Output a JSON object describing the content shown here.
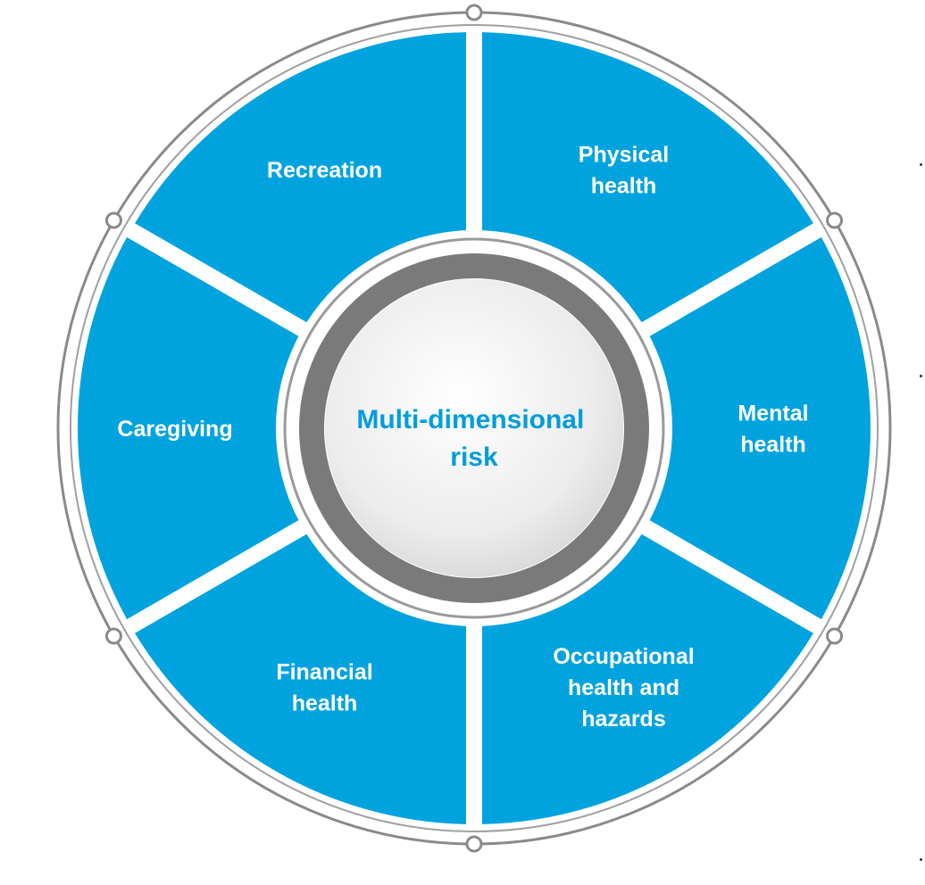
{
  "center": {
    "lines": [
      "Multi-dimensional",
      "risk"
    ]
  },
  "segments": [
    {
      "id": "physical-health",
      "lines": [
        "Physical",
        "health"
      ]
    },
    {
      "id": "mental-health",
      "lines": [
        "Mental",
        "health"
      ]
    },
    {
      "id": "occupational-health",
      "lines": [
        "Occupational",
        "health and",
        "hazards"
      ]
    },
    {
      "id": "financial-health",
      "lines": [
        "Financial",
        "health"
      ]
    },
    {
      "id": "caregiving",
      "lines": [
        "Caregiving"
      ]
    },
    {
      "id": "recreation",
      "lines": [
        "Recreation"
      ]
    }
  ],
  "colors": {
    "segment_fill": "#00a3de",
    "ring_stroke": "#8a8a8a",
    "center_ring": "#7a7a7a",
    "center_text": "#009ddc",
    "label_text": "#ffffff"
  }
}
